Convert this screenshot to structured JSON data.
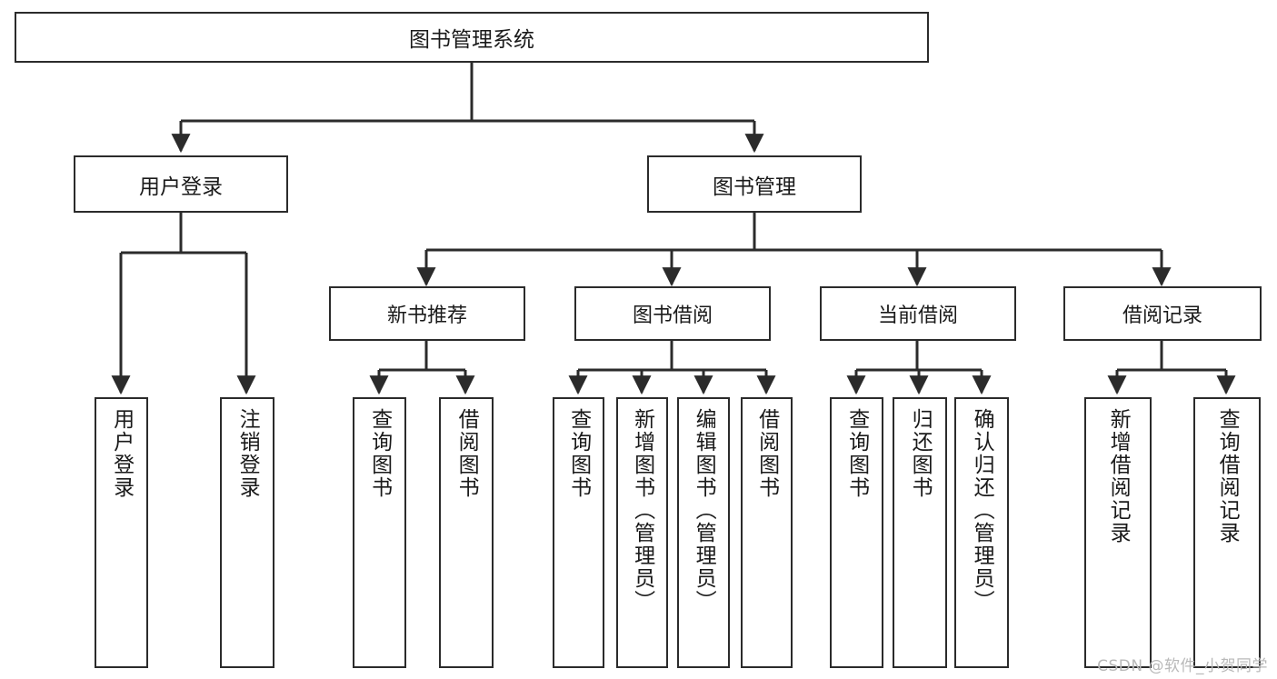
{
  "diagram": {
    "title": "图书管理系统",
    "type": "tree-hierarchy-chart",
    "watermark": "CSDN @软件_小贺同学",
    "colors": {
      "border": "#2b2b2b",
      "background": "#ffffff",
      "text": "#1a1a1a",
      "edge": "#2b2b2b",
      "watermark": "#b9b9b9"
    }
  },
  "nodes": {
    "root": {
      "label": "图书管理系统"
    },
    "level2": [
      {
        "label": "用户登录"
      },
      {
        "label": "图书管理"
      }
    ],
    "level3": [
      {
        "label": "新书推荐"
      },
      {
        "label": "图书借阅"
      },
      {
        "label": "当前借阅"
      },
      {
        "label": "借阅记录"
      }
    ],
    "leaves": {
      "user_login": [
        {
          "label": "用户登录"
        },
        {
          "label": "注销登录"
        }
      ],
      "new_book_recommend": [
        {
          "label": "查询图书"
        },
        {
          "label": "借阅图书"
        }
      ],
      "book_borrow": [
        {
          "label": "查询图书"
        },
        {
          "label": "新增图书（管理员）"
        },
        {
          "label": "编辑图书（管理员）"
        },
        {
          "label": "借阅图书"
        }
      ],
      "current_borrow": [
        {
          "label": "查询图书"
        },
        {
          "label": "归还图书"
        },
        {
          "label": "确认归还（管理员）"
        }
      ],
      "borrow_record": [
        {
          "label": "新增借阅记录"
        },
        {
          "label": "查询借阅记录"
        }
      ]
    }
  }
}
